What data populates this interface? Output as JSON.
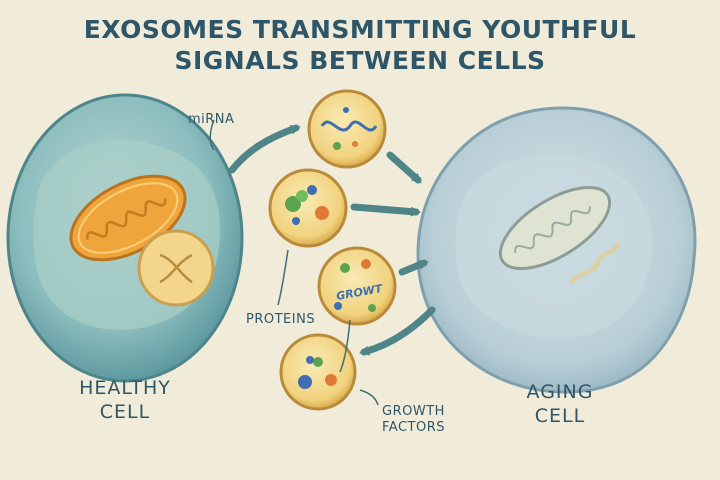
{
  "title": {
    "line1": "EXOSOMES TRANSMITTING YOUTHFUL",
    "line2": "SIGNALS BETWEEN CELLS"
  },
  "cells": {
    "healthy": {
      "line1": "HEALTHY",
      "line2": "CELL"
    },
    "aging": {
      "line1": "AGING",
      "line2": "CELL"
    }
  },
  "cargo_labels": {
    "mirna": "miRNA",
    "proteins": "PROTEINS",
    "growth_factors_line1": "GROWTH",
    "growth_factors_line2": "FACTORS",
    "vesicle_text": "GROWT"
  },
  "colors": {
    "background": "#f1ecd9",
    "healthy_cell": "#7fb1b3",
    "aging_cell": "#b5cdd6",
    "mitochondrion": "#f0a53c",
    "exosome": "#f2d98a",
    "arrow": "#4f8589",
    "text": "#2f5668"
  }
}
